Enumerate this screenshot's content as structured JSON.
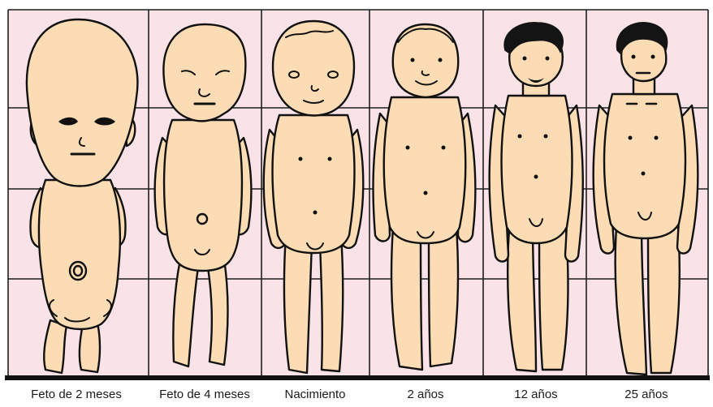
{
  "figure": {
    "colors": {
      "cell_background": "#f9e3e7",
      "grid_line": "#1e1e1e",
      "skin": "#fbdcb4",
      "outline": "#111111",
      "hair": "#141414"
    },
    "grid": {
      "columns": 6,
      "rows": 4
    },
    "stages": [
      {
        "label": "Feto de 2 meses",
        "figure": "fetus-2-months-figure"
      },
      {
        "label": "Feto de 4 meses",
        "figure": "fetus-4-months-figure"
      },
      {
        "label": "Nacimiento",
        "figure": "newborn-figure"
      },
      {
        "label": "2 años",
        "figure": "toddler-2-years-figure"
      },
      {
        "label": "12 años",
        "figure": "child-12-years-figure"
      },
      {
        "label": "25 años",
        "figure": "adult-25-years-figure"
      }
    ]
  }
}
